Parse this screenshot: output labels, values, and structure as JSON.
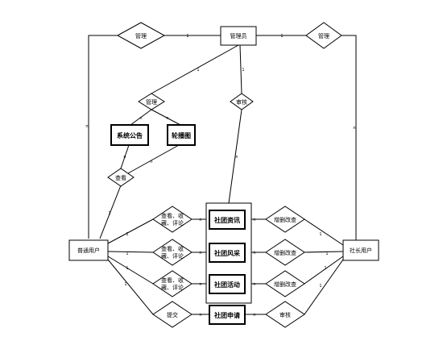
{
  "entities": {
    "admin": "管理员",
    "regular_user": "普通用户",
    "club_user": "社长用户",
    "announcement": "系统公告",
    "carousel": "轮播图",
    "club_info": "社团资讯",
    "club_style": "社团风采",
    "club_activity": "社团活动",
    "club_apply": "社团申请"
  },
  "relations": {
    "manage_left": "管理",
    "manage_right": "管理",
    "manage_mid": "管理",
    "browse_top": "查看",
    "audit_top": "审核",
    "view_info": [
      "查看、收",
      "藏、评论"
    ],
    "view_style": [
      "查看、收",
      "藏、评论"
    ],
    "view_activity": [
      "查看、收",
      "藏、评论"
    ],
    "publish_info": "增删改查",
    "publish_style": "增删改查",
    "publish_activity": "增删改查",
    "submit": "提交",
    "audit_bottom": "审核"
  },
  "cardinality": {
    "one": "1",
    "many": "n",
    "many_m": "m"
  }
}
